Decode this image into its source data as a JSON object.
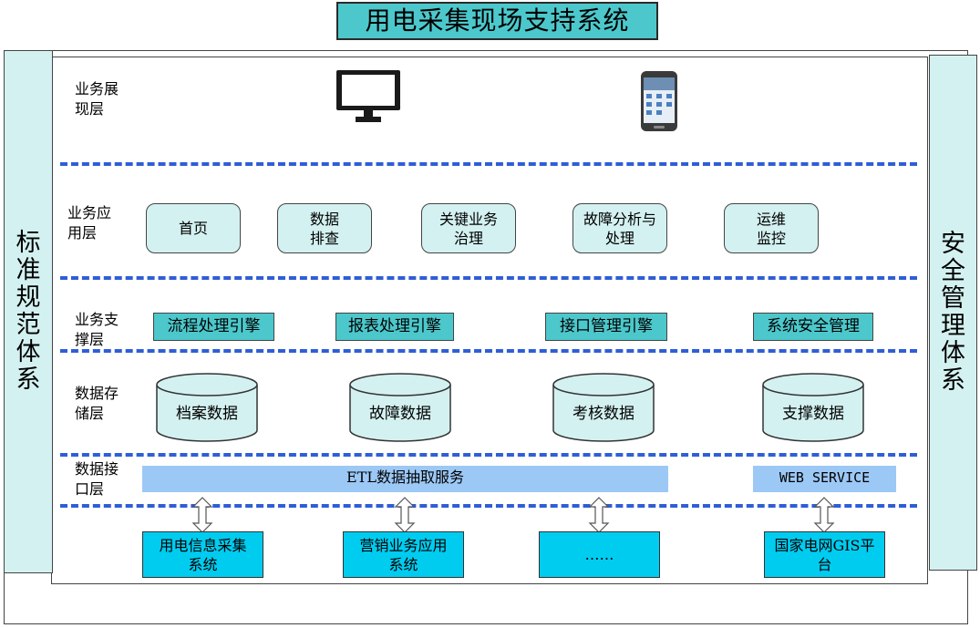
{
  "title": "用电采集现场支持系统",
  "left_side_label": "标准规范体系",
  "right_side_label": "安全管理体系",
  "layers": {
    "presentation": "业务展现层",
    "application": "业务应用层",
    "support": "业务支撑层",
    "storage": "数据存储层",
    "interface": "数据接口层"
  },
  "devices": [
    "monitor-icon",
    "smartphone-icon"
  ],
  "applications": [
    "首页",
    "数据排查",
    "关键业务治理",
    "故障分析与处理",
    "运维监控"
  ],
  "engines": [
    "流程处理引擎",
    "报表处理引擎",
    "接口管理引擎",
    "系统安全管理"
  ],
  "databases": [
    "档案数据",
    "故障数据",
    "考核数据",
    "支撑数据"
  ],
  "interfaces": {
    "etl": "ETL数据抽取服务",
    "web_service": "WEB SERVICE"
  },
  "sources": [
    "用电信息采集系统",
    "营销业务应用系统",
    "……",
    "国家电网GIS平台"
  ],
  "colors": {
    "title_bg": "#4cc8cc",
    "panel_bg": "#d4f1f1",
    "engine_bg": "#4cc8cc",
    "bar_bg": "#9cc8f6",
    "source_bg": "#00ccf0",
    "dash": "#2f5ed6"
  }
}
